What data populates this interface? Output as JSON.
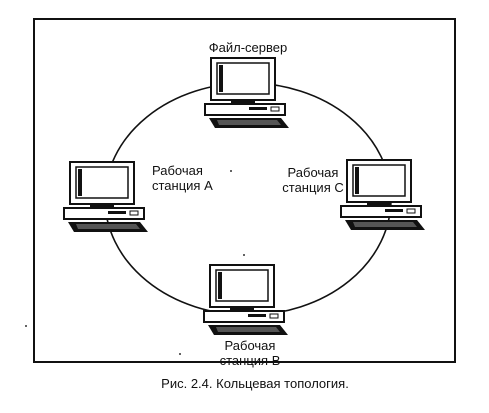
{
  "diagram": {
    "nodes": {
      "server": {
        "label": "Файл-сервер"
      },
      "station_a": {
        "label_line1": "Рабочая",
        "label_line2": "станция A"
      },
      "station_b": {
        "label_line1": "Рабочая",
        "label_line2": "станция B"
      },
      "station_c": {
        "label_line1": "Рабочая",
        "label_line2": "станция C"
      }
    },
    "caption": "Рис. 2.4. Кольцевая топология."
  }
}
